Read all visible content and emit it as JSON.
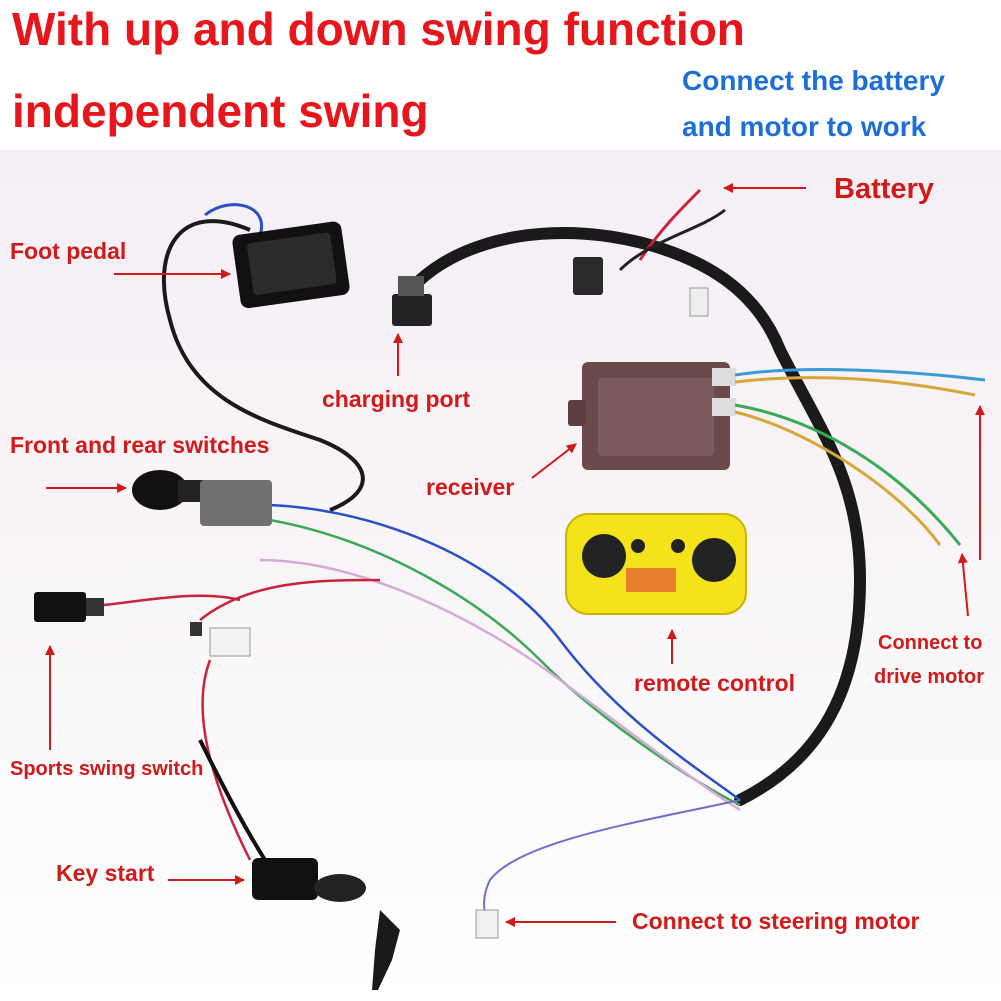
{
  "header": {
    "title_line1": "With up and down swing function",
    "title_line2": "independent swing",
    "note_line1": "Connect the battery",
    "note_line2": "and motor to work"
  },
  "labels": {
    "battery": "Battery",
    "foot_pedal": "Foot pedal",
    "charging_port": "charging port",
    "front_rear_switches": "Front and rear switches",
    "receiver": "receiver",
    "remote_control": "remote control",
    "connect_drive_motor_line1": "Connect to",
    "connect_drive_motor_line2": "drive motor",
    "sports_swing_switch": "Sports swing switch",
    "key_start": "Key start",
    "connect_steering_motor": "Connect to steering motor"
  },
  "colors": {
    "title_red": "#e8161b",
    "note_blue": "#1d6fd6",
    "label_red": "#d11a1a",
    "remote_yellow": "#f4e21a",
    "receiver_brown": "#6b4a4c"
  }
}
